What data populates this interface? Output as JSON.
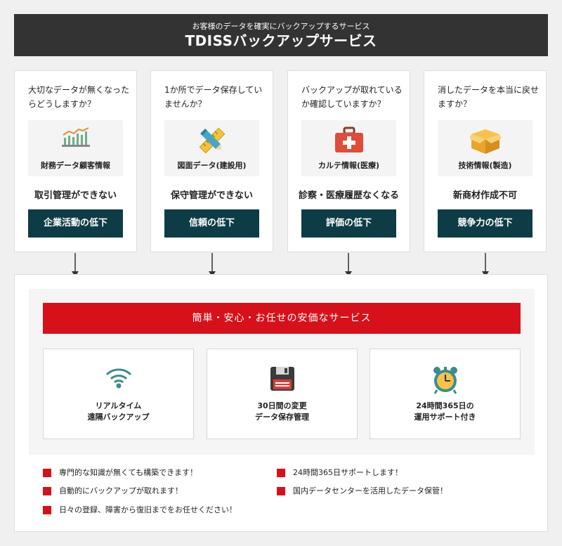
{
  "header": {
    "subtitle": "お客様のデータを確実にバックアップするサービス",
    "title": "TDISSバックアップサービス"
  },
  "cards": [
    {
      "question": "大切なデータが無くなったらどうしますか？",
      "item": "財務データ顧客情報",
      "icon": "chart-icon",
      "problem": "取引管理ができない",
      "result": "企業活動の低下"
    },
    {
      "question": "1か所でデータ保存していませんか？",
      "item": "図面データ(建設用)",
      "icon": "ruler-pencil-icon",
      "problem": "保守管理ができない",
      "result": "信頼の低下"
    },
    {
      "question": "バックアップが取れているか確認していますか？",
      "item": "カルテ情報(医療)",
      "icon": "medical-kit-icon",
      "problem": "診察・医療履歴なくなる",
      "result": "評価の低下"
    },
    {
      "question": "消したデータを本当に戻せますか？",
      "item": "技術情報(製造)",
      "icon": "box-icon",
      "problem": "新商材作成不可",
      "result": "競争力の低下"
    }
  ],
  "banner": "簡単・安心・お任せの安価なサービス",
  "features": [
    {
      "line1": "リアルタイム",
      "line2": "遠隔バックアップ",
      "icon": "wifi-icon"
    },
    {
      "line1": "30日間の変更",
      "line2": "データ保存管理",
      "icon": "floppy-disk-icon"
    },
    {
      "line1": "24時間365日の",
      "line2": "運用サポート付き",
      "icon": "alarm-clock-icon"
    }
  ],
  "bullets_left": [
    "専門的な知識が無くても構築できます！",
    "自動的にバックアップが取れます！",
    "日々の登録、障害から復旧までをお任せください！"
  ],
  "bullets_right": [
    "24時間365日サポートします！",
    "国内データセンターを活用したデータ保管！"
  ],
  "colors": {
    "dark": "#333333",
    "teal": "#0e3c46",
    "red": "#d7111a"
  }
}
